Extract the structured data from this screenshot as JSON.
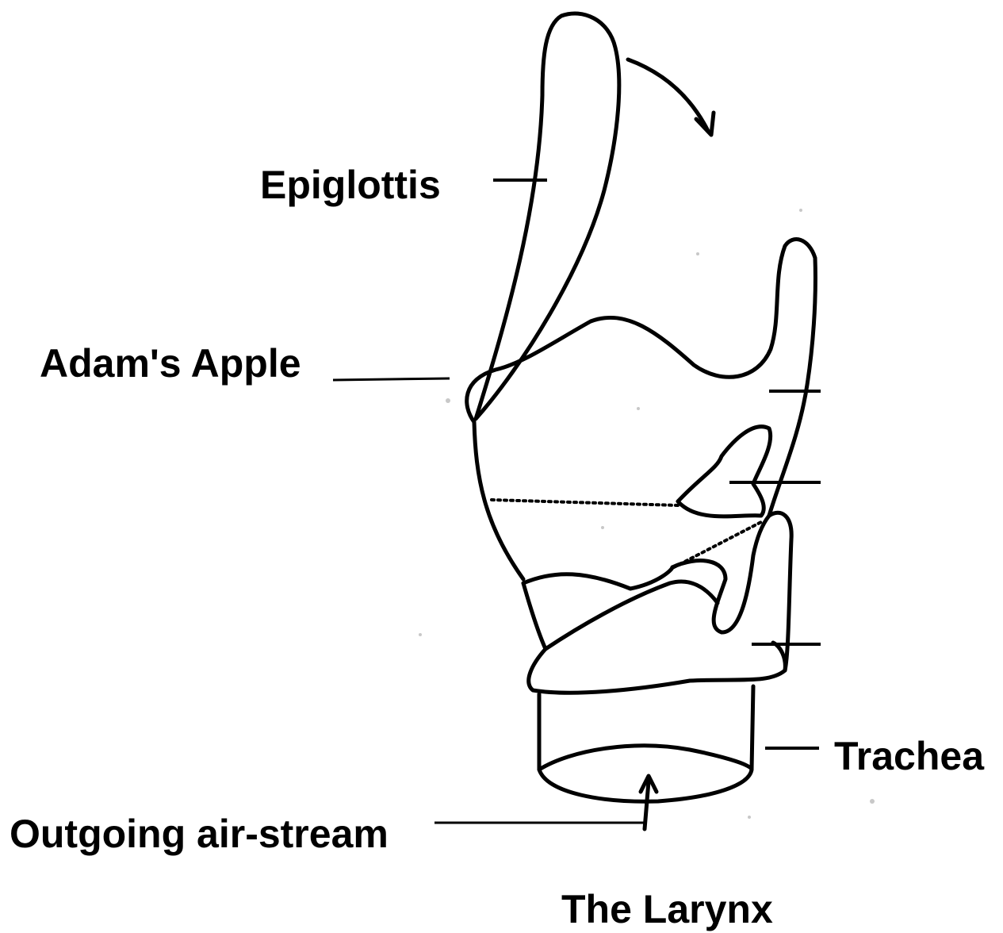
{
  "labels": {
    "epiglottis": "Epiglottis",
    "adams_apple": "Adam's Apple",
    "trachea": "Trachea",
    "outgoing_air": "Outgoing air-stream"
  },
  "caption": "The Larynx",
  "colors": {
    "ink": "#000000",
    "background": "#ffffff"
  }
}
